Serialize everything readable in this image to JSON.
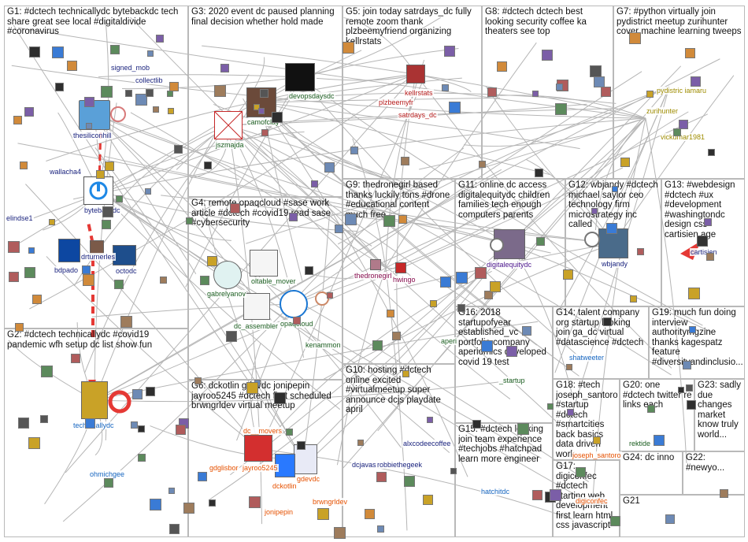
{
  "groups": [
    {
      "id": "G1",
      "title": "G1: #dctech technicallydc bytebackdc tech share great see local #digitaldivide #coronavirus"
    },
    {
      "id": "G2",
      "title": "G2: #dctech technicallydc #covid19 pandemic wfh setup dc list show fun"
    },
    {
      "id": "G3",
      "title": "G3: 2020 event dc paused planning final decision whether hold made"
    },
    {
      "id": "G4",
      "title": "G4: remote opaqcloud #sase work article #dctech #covid19 read sase #cybersecurity"
    },
    {
      "id": "G5",
      "title": "G5: join today satrdays_dc fully remote zoom thank plzbeemyfriend organizing kellrstats"
    },
    {
      "id": "G6",
      "title": "G6: dckotlin gdevdc jonipepin jayroo5245 #dctech first scheduled brwngrldev virtual meetup"
    },
    {
      "id": "G7",
      "title": "G7: #python virtually join pydistrict meetup zurihunter cover machine learning tweeps"
    },
    {
      "id": "G8",
      "title": "G8: #dctech dctech best looking security coffee ka theaters see top"
    },
    {
      "id": "G9",
      "title": "G9: thedronegirl based thanks luckily tons #drone #educational content much free"
    },
    {
      "id": "G10",
      "title": "G10: hosting #dctech online excited #virtualmeetup super announce dcjs playdate april"
    },
    {
      "id": "G11",
      "title": "G11: online dc access digitalequitydc children families tech enough computers parents"
    },
    {
      "id": "G12",
      "title": "G12: wbjandy #dctech michael saylor ceo technology firm microstrategy inc called"
    },
    {
      "id": "G13",
      "title": "G13: #webdesign #dctech #ux #development #washingtondc design css cartisien age"
    },
    {
      "id": "G14",
      "title": "G14: talent company org startup looking join ga_dc virtual #datascience #dctech"
    },
    {
      "id": "G15",
      "title": "G15: #dctech looking join team experience #techjobs #hatchpad learn more engineer"
    },
    {
      "id": "G16",
      "title": "G16: 2018 startupofyear established_vc portfolio company aperiomics developed covid 19 test"
    },
    {
      "id": "G17",
      "title": "G17: digiconfec #dctech starting web development first learn html css javascript"
    },
    {
      "id": "G18",
      "title": "G18: #tech joseph_santoro #startup #dctech #smartcities back basics data driven work"
    },
    {
      "id": "G19",
      "title": "G19: much fun doing interview authoritymgzine thanks kagespatz feature #diversityandinclusio..."
    },
    {
      "id": "G20",
      "title": "G20: one #dctech twitter re links each"
    },
    {
      "id": "G21",
      "title": "G21"
    },
    {
      "id": "G22",
      "title": "G22: #newyo..."
    },
    {
      "id": "G23",
      "title": "G23: sadly due changes market know truly world..."
    },
    {
      "id": "G24",
      "title": "G24: dc inno"
    }
  ],
  "node_labels": [
    {
      "id": "signed_mob",
      "text": "signed_mob",
      "color": "#1a237e"
    },
    {
      "id": "collectlib",
      "text": "collectlib",
      "color": "#1a237e"
    },
    {
      "id": "thesiliconhill",
      "text": "thesiliconhill",
      "color": "#1a237e"
    },
    {
      "id": "wallacha4",
      "text": "wallacha4",
      "color": "#1a237e"
    },
    {
      "id": "bytebackdc",
      "text": "bytebackdc",
      "color": "#1a237e"
    },
    {
      "id": "elindse1",
      "text": "elindse1",
      "color": "#1a237e"
    },
    {
      "id": "drturnerles",
      "text": "drturnerles",
      "color": "#1a237e"
    },
    {
      "id": "bdpado",
      "text": "bdpado",
      "color": "#1a237e"
    },
    {
      "id": "octodc",
      "text": "octodc",
      "color": "#1a237e"
    },
    {
      "id": "technicallydc",
      "text": "technicallydc",
      "color": "#1565c0"
    },
    {
      "id": "ohmichgee",
      "text": "ohmichgee",
      "color": "#1565c0"
    },
    {
      "id": "camofclay",
      "text": "camofclay",
      "color": "#1b5e20"
    },
    {
      "id": "devopsdaysdc",
      "text": "devopsdaysdc",
      "color": "#1b5e20"
    },
    {
      "id": "jszmajda",
      "text": "jszmajda",
      "color": "#1b5e20"
    },
    {
      "id": "gabrelyanov",
      "text": "gabrelyanov",
      "color": "#1b5e20"
    },
    {
      "id": "oltable_mover",
      "text": "oltable_mover",
      "color": "#1b5e20"
    },
    {
      "id": "dc_assembler",
      "text": "dc_assembler",
      "color": "#1b5e20"
    },
    {
      "id": "opaqcloud",
      "text": "opaqcloud",
      "color": "#1b5e20"
    },
    {
      "id": "kenammon",
      "text": "kenammon",
      "color": "#1b5e20"
    },
    {
      "id": "kellrstats",
      "text": "kellrstats",
      "color": "#b71c1c"
    },
    {
      "id": "plzbeemyfr",
      "text": "plzbeemyfr",
      "color": "#b71c1c"
    },
    {
      "id": "satrdays_dc",
      "text": "satrdays_dc",
      "color": "#b71c1c"
    },
    {
      "id": "dc_movers",
      "text": "dc__movers",
      "color": "#e65100"
    },
    {
      "id": "gdglisbor",
      "text": "gdglisbor",
      "color": "#e65100"
    },
    {
      "id": "jayroo5245",
      "text": "jayroo5245",
      "color": "#e65100"
    },
    {
      "id": "gdevdc",
      "text": "gdevdc",
      "color": "#e65100"
    },
    {
      "id": "dckotlin",
      "text": "dckotlin",
      "color": "#e65100"
    },
    {
      "id": "brwngrldev",
      "text": "brwngrldev",
      "color": "#e65100"
    },
    {
      "id": "jonipepin",
      "text": "jonipepin",
      "color": "#e65100"
    },
    {
      "id": "pydistrict",
      "text": "pydistric iamaru",
      "color": "#9e8c00"
    },
    {
      "id": "zurihunter",
      "text": "zurihunter",
      "color": "#9e8c00"
    },
    {
      "id": "vickumar1981",
      "text": "vickumar1981",
      "color": "#9e8c00"
    },
    {
      "id": "thedronegirl",
      "text": "thedronegirl",
      "color": "#880e4f"
    },
    {
      "id": "hwingo",
      "text": "hwingo",
      "color": "#880e4f"
    },
    {
      "id": "digitalequitydc",
      "text": "digitalequitydc",
      "color": "#4a148c"
    },
    {
      "id": "wbjandy",
      "text": "wbjandy",
      "color": "#1a237e"
    },
    {
      "id": "cartisien",
      "text": "cartisien",
      "color": "#1a237e"
    },
    {
      "id": "dcjavas",
      "text": "dcjavas",
      "color": "#1a237e"
    },
    {
      "id": "robbiethegeek",
      "text": "robbiethegeek",
      "color": "#1a237e"
    },
    {
      "id": "alxcodeecoffee",
      "text": "alxcodeecoffee",
      "color": "#1a237e"
    },
    {
      "id": "shatweeter",
      "text": "shatweeter",
      "color": "#1565c0"
    },
    {
      "id": "hatchitdc",
      "text": "hatchitdc",
      "color": "#1565c0"
    },
    {
      "id": "aperiomics",
      "text": "aperi",
      "color": "#1b5e20"
    },
    {
      "id": "startup",
      "text": "_startup",
      "color": "#1b5e20"
    },
    {
      "id": "joseph_santoro",
      "text": "joseph_santoro",
      "color": "#e65100"
    },
    {
      "id": "digiconfec",
      "text": "digiconfec",
      "color": "#e65100"
    },
    {
      "id": "rektide",
      "text": "rektide",
      "color": "#1b5e20"
    }
  ],
  "colors": {
    "edge": "#a9a9a9",
    "edge_dark": "#6d6d6d",
    "highlight": "#e53935",
    "group_border": "#b9b9b9"
  }
}
